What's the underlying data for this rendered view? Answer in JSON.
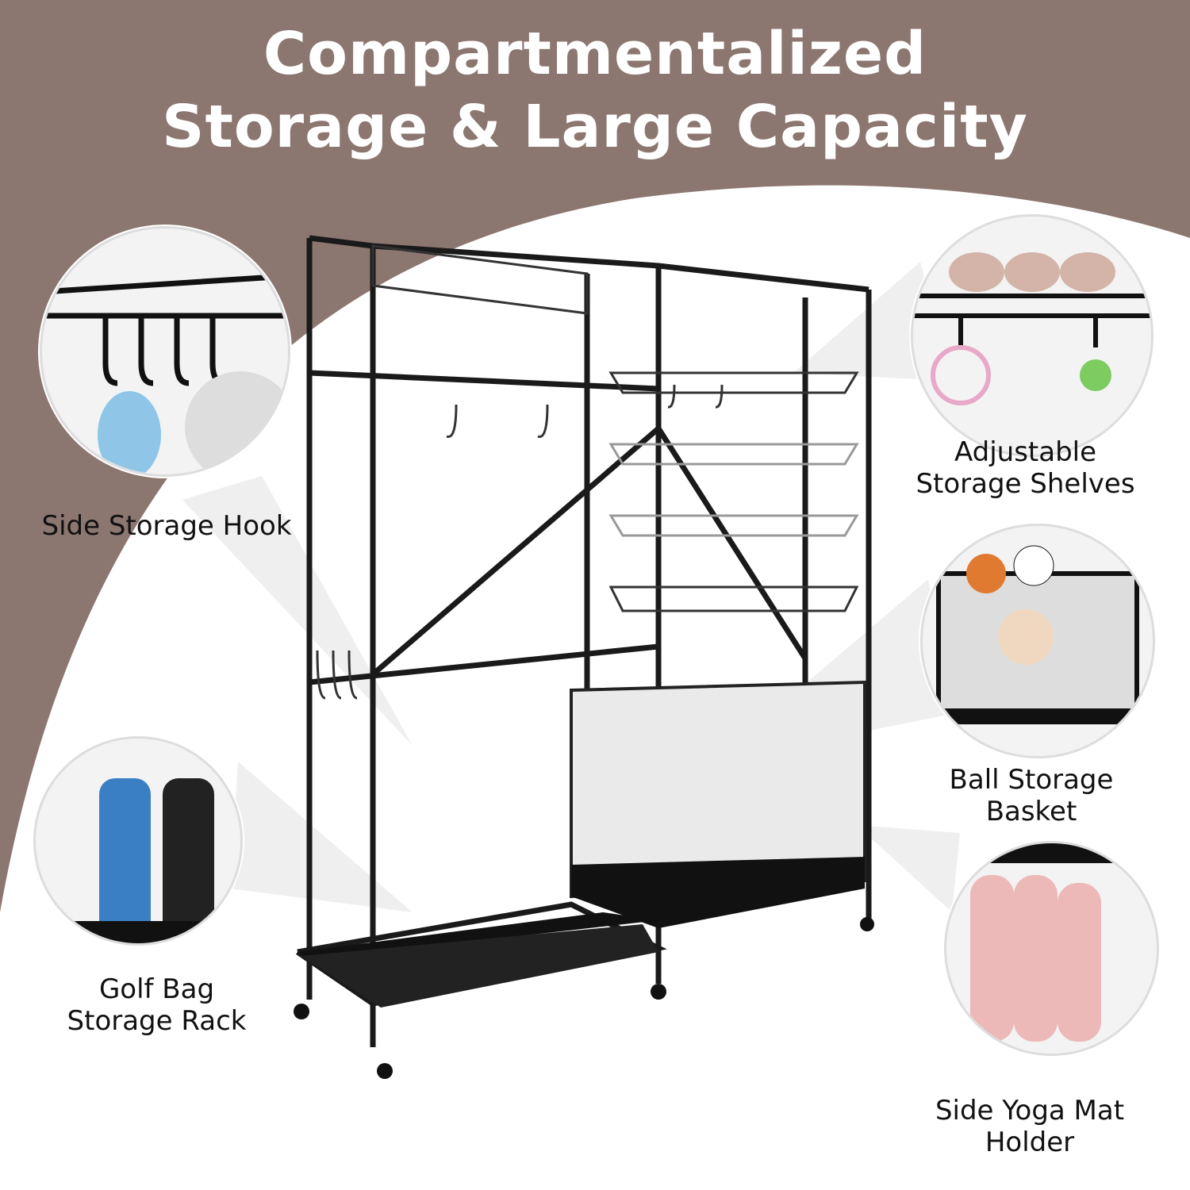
{
  "title": {
    "line1": "Compartmentalized",
    "line2": "Storage & Large Capacity"
  },
  "colors": {
    "background": "#8c7670",
    "panel": "#ffffff",
    "rack": "#1a1a1a",
    "text": "#111111"
  },
  "features": [
    {
      "line1": "Side Storage Hook",
      "line2": ""
    },
    {
      "line1": "Golf Bag",
      "line2": "Storage Rack"
    },
    {
      "line1": "Adjustable",
      "line2": "Storage Shelves"
    },
    {
      "line1": "Ball Storage",
      "line2": "Basket"
    },
    {
      "line1": "Side Yoga Mat",
      "line2": "Holder"
    }
  ]
}
